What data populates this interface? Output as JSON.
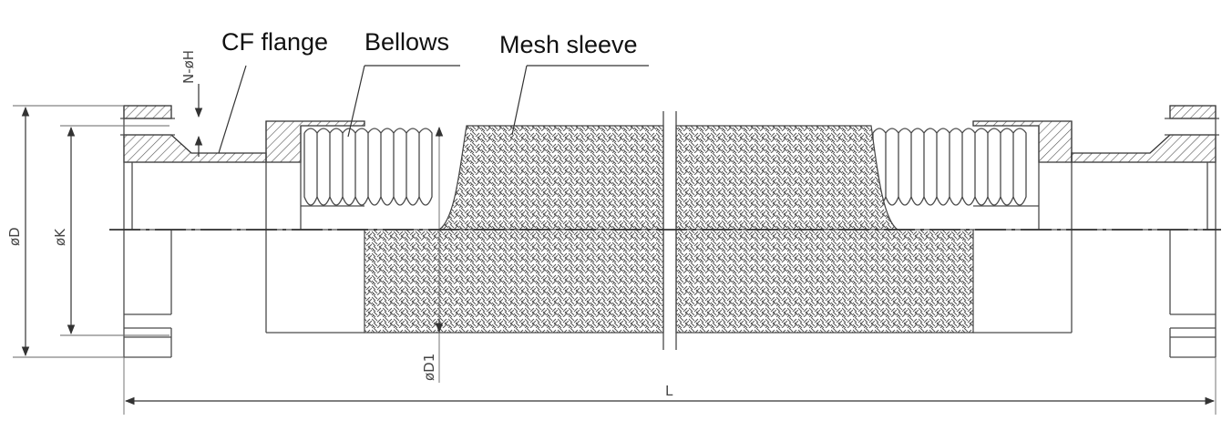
{
  "labels": {
    "cf_flange": "CF flange",
    "bellows": "Bellows",
    "mesh_sleeve": "Mesh sleeve"
  },
  "dimensions": {
    "bolt_hole": "N-øH",
    "outer_diameter": "øD",
    "bolt_circle": "øK",
    "inner_diameter": "øD1",
    "length": "L"
  }
}
